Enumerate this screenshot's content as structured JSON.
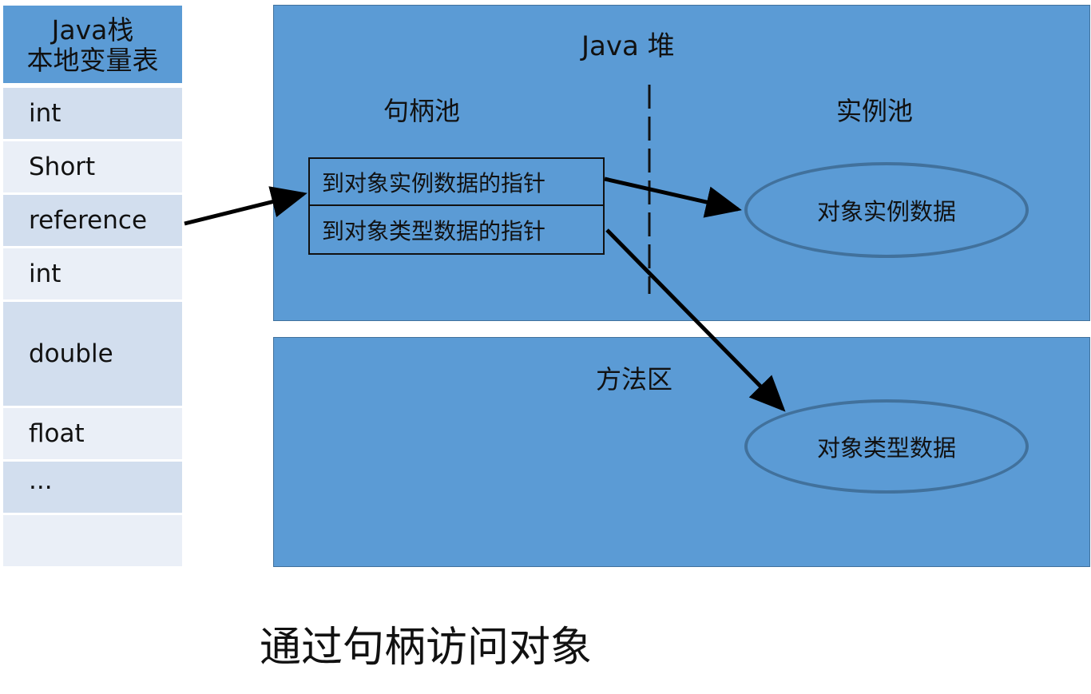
{
  "stack": {
    "title_line1": "Java栈",
    "title_line2": "本地变量表",
    "rows": [
      "int",
      "Short",
      "reference",
      "int",
      "double",
      "float",
      "...",
      ""
    ]
  },
  "heap": {
    "title": "Java 堆",
    "handle_pool": "句柄池",
    "instance_pool": "实例池",
    "handle_instance_ptr": "到对象实例数据的指针",
    "handle_type_ptr": "到对象类型数据的指针",
    "instance_data": "对象实例数据"
  },
  "method_area": {
    "title": "方法区",
    "type_data": "对象类型数据"
  },
  "caption": "通过句柄访问对象",
  "colors": {
    "panel": "#5b9bd5",
    "panel_border": "#41719c",
    "row_dark": "#d2deee",
    "row_light": "#eaeff7"
  }
}
